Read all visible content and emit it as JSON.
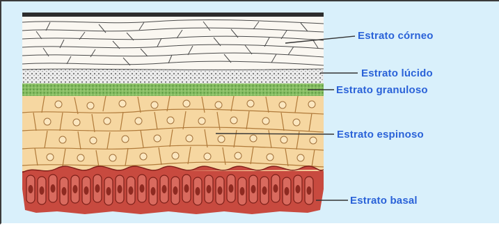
{
  "colors": {
    "background": "#d9f0fb",
    "label_text": "#2a62d8",
    "leader_line": "#333333",
    "corneo_fill": "#faf7f1",
    "lucido_fill": "#efefef",
    "granuloso_fill": "#8fc06b",
    "espinoso_fill": "#f6d7a1",
    "basal_fill": "#c84a3f"
  },
  "layers": [
    {
      "id": "corneo",
      "label": "Estrato córneo"
    },
    {
      "id": "lucido",
      "label": "Estrato lúcido"
    },
    {
      "id": "granuloso",
      "label": "Estrato granuloso"
    },
    {
      "id": "espinoso",
      "label": "Estrato espinoso"
    },
    {
      "id": "basal",
      "label": "Estrato basal"
    }
  ]
}
